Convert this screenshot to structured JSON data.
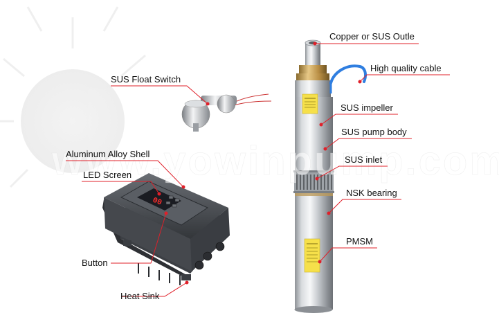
{
  "labels": {
    "outlet": "Copper or SUS Outle",
    "cable": "High quality cable",
    "impeller": "SUS impeller",
    "pump_body": "SUS pump body",
    "inlet": "SUS inlet",
    "bearing": "NSK bearing",
    "motor": "PMSM",
    "float_switch": "SUS Float Switch",
    "shell": "Aluminum Alloy Shell",
    "screen": "LED Screen",
    "button": "Button",
    "heat_sink": "Heat Sink"
  },
  "controller_display": "00",
  "watermark": "www.yowinpump.com",
  "colors": {
    "pointer": "#e0202a",
    "steel": "#c9ccd0",
    "brass": "#c8a25a",
    "controller": "#4a4d52",
    "led_panel": "#1a1c22",
    "led_digit": "#ff2b2b",
    "cable": "#2f7ee0"
  }
}
